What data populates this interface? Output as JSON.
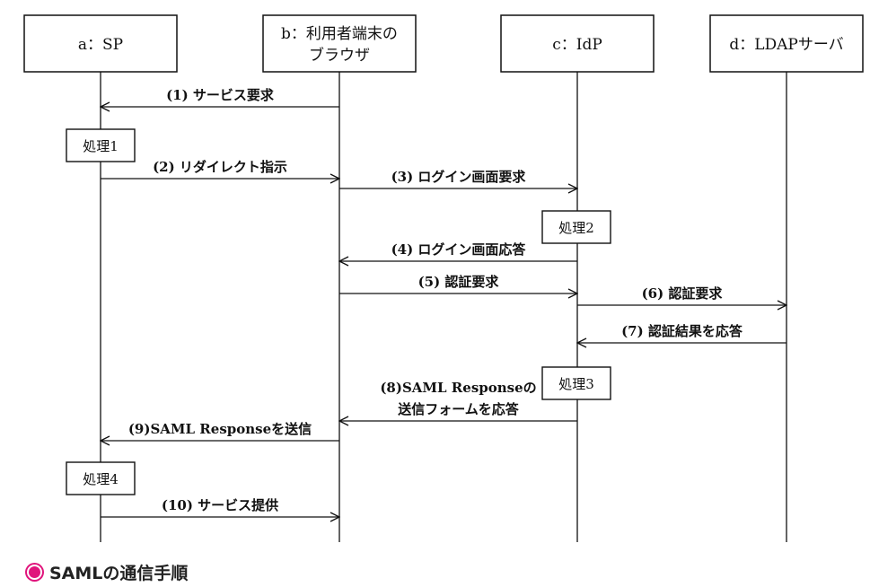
{
  "participants": [
    {
      "id": "a",
      "label": "a：SP"
    },
    {
      "id": "b",
      "label_lines": [
        "b：利用者端末の",
        "ブラウザ"
      ]
    },
    {
      "id": "c",
      "label": "c：IdP"
    },
    {
      "id": "d",
      "label": "d：LDAPサーバ"
    }
  ],
  "processes": [
    {
      "label": "処理1",
      "on": "a"
    },
    {
      "label": "処理2",
      "on": "c"
    },
    {
      "label": "処理3",
      "on": "c"
    },
    {
      "label": "処理4",
      "on": "a"
    }
  ],
  "messages": [
    {
      "label_lines": [
        "(1) サービス要求"
      ],
      "from": "b",
      "to": "a"
    },
    {
      "label_lines": [
        "(2) リダイレクト指示"
      ],
      "from": "a",
      "to": "b"
    },
    {
      "label_lines": [
        "(3) ログイン画面要求"
      ],
      "from": "b",
      "to": "c"
    },
    {
      "label_lines": [
        "(4) ログイン画面応答"
      ],
      "from": "c",
      "to": "b"
    },
    {
      "label_lines": [
        "(5) 認証要求"
      ],
      "from": "b",
      "to": "c"
    },
    {
      "label_lines": [
        "(6) 認証要求"
      ],
      "from": "c",
      "to": "d"
    },
    {
      "label_lines": [
        "(7) 認証結果を応答"
      ],
      "from": "d",
      "to": "c"
    },
    {
      "label_lines": [
        "(8)SAML Responseの",
        "送信フォームを応答"
      ],
      "from": "c",
      "to": "b"
    },
    {
      "label_lines": [
        "(9)SAML Responseを送信"
      ],
      "from": "b",
      "to": "a"
    },
    {
      "label_lines": [
        "(10) サービス提供"
      ],
      "from": "a",
      "to": "b"
    }
  ],
  "caption": "SAMLの通信手順",
  "colors": {
    "bullet": "#e0147c",
    "line": "#111111"
  }
}
